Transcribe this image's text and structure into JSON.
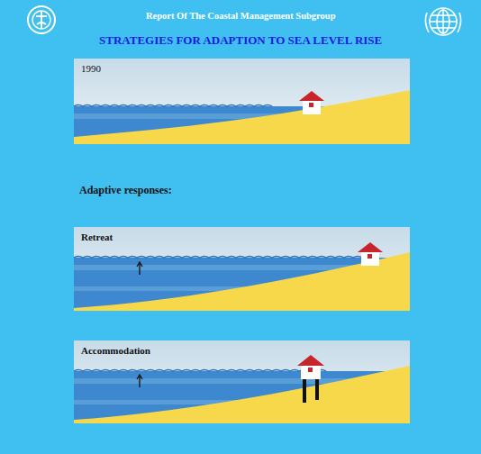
{
  "diagram": {
    "title": "STRATEGIES FOR ADAPTION TO SEA LEVEL RISE",
    "nodes": [
      {
        "text": [
          "1990"
        ]
      },
      {
        "text": [
          "Retreat"
        ]
      },
      {
        "text": [
          "Accommodation"
        ]
      }
    ],
    "labels": [
      "Report Of The Coastal Management Subgroup",
      "Adaptive responses:"
    ]
  }
}
